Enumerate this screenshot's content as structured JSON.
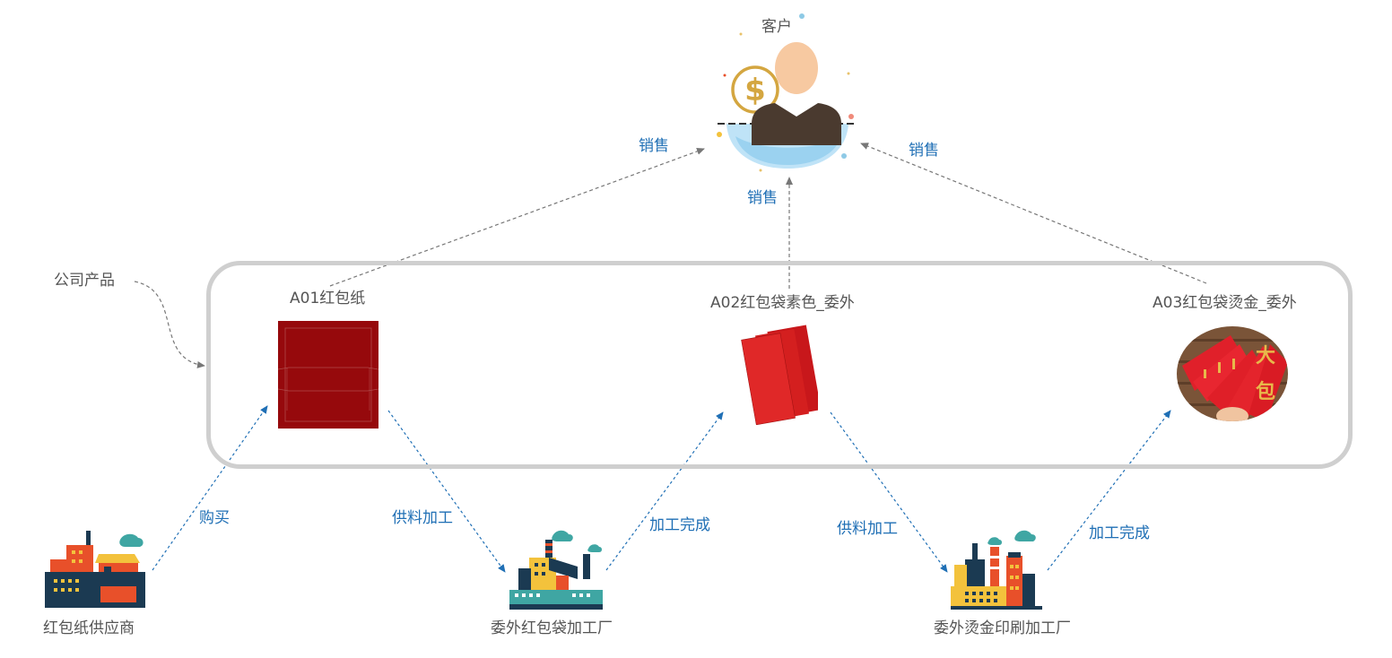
{
  "customer": {
    "label": "客户"
  },
  "company_products": {
    "label": "公司产品"
  },
  "products": [
    {
      "label": "A01红包纸"
    },
    {
      "label": "A02红包袋素色_委外"
    },
    {
      "label": "A03红包袋烫金_委外"
    }
  ],
  "factories": [
    {
      "label": "红包纸供应商"
    },
    {
      "label": "委外红包袋加工厂"
    },
    {
      "label": "委外烫金印刷加工厂"
    }
  ],
  "flows": {
    "sale_left": "销售",
    "sale_mid": "销售",
    "sale_right": "销售",
    "buy": "购买",
    "feed_1": "供料加工",
    "done_1": "加工完成",
    "feed_2": "供料加工",
    "done_2": "加工完成"
  },
  "colors": {
    "frame": "#cfcfcf",
    "flow_text": "#1f6fb5",
    "blue_arrow": "#1f6fb5",
    "gray_arrow": "#777777",
    "red_paper": "#96090c",
    "red_envelope": "#d41f1f",
    "factory_navy": "#1b3a52",
    "factory_orange": "#e8502a",
    "factory_yellow": "#f3c23c",
    "factory_teal": "#3fa6a3"
  },
  "icons": {
    "customer": "customer-avatar-icon",
    "factory": "factory-icon",
    "red_paper": "red-paper-image",
    "envelopes": "red-envelopes-image",
    "gold_envelopes": "gold-envelopes-photo"
  }
}
